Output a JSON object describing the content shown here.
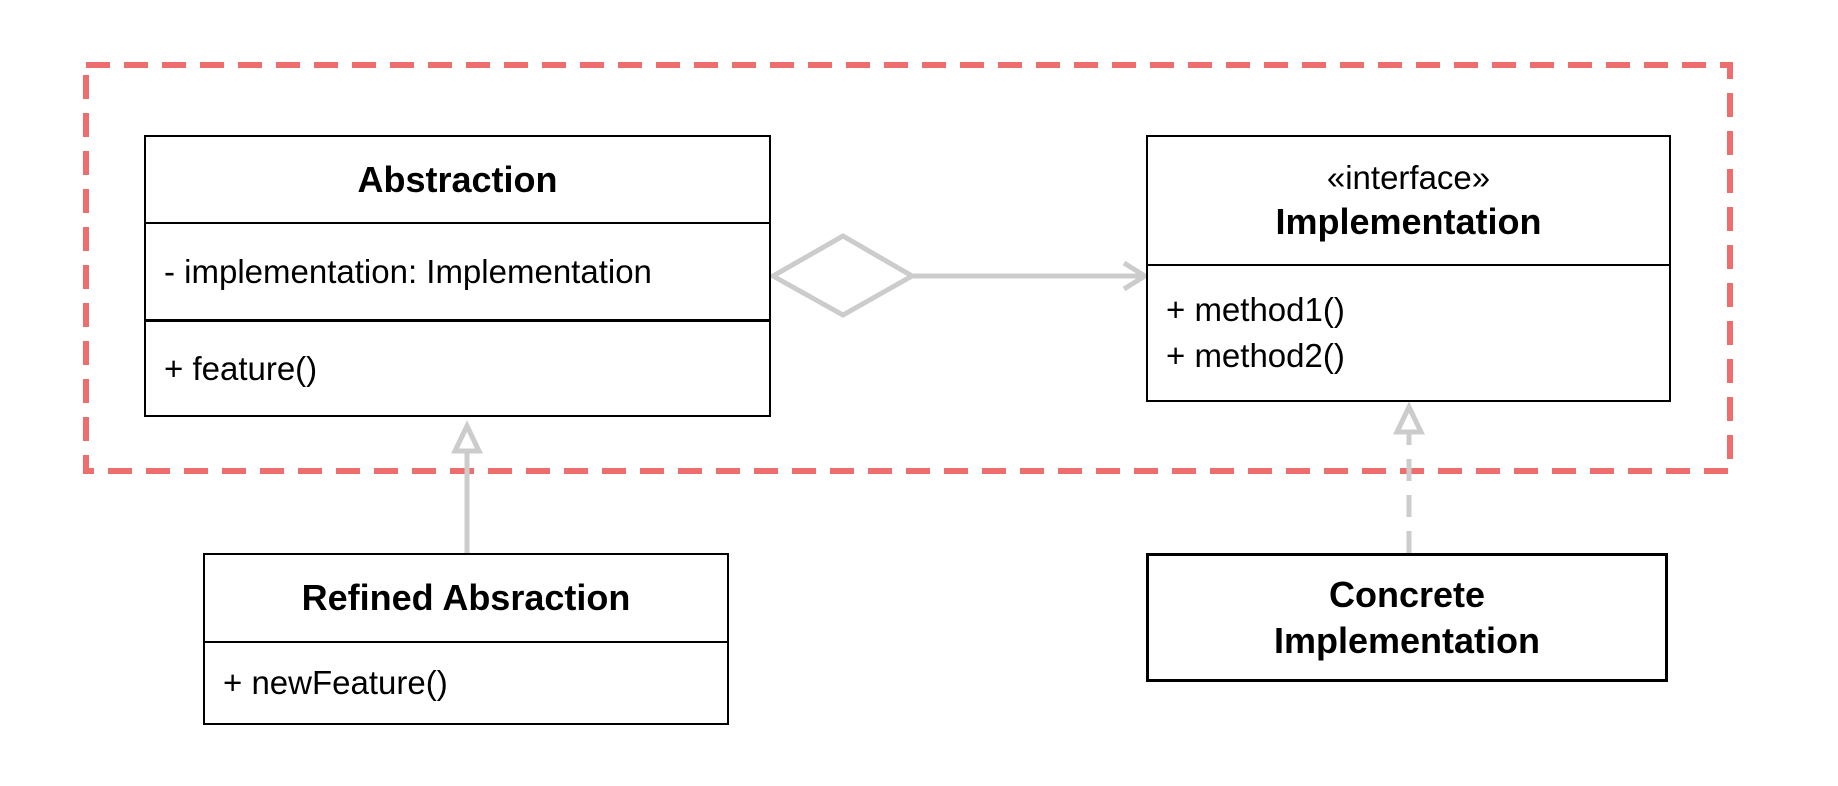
{
  "colors": {
    "boundary": "#ee6e6e",
    "connector": "#cccccc",
    "class_border": "#000000",
    "text": "#000000"
  },
  "classes": {
    "abstraction": {
      "name": "Abstraction",
      "fields": [
        "- implementation: Implementation"
      ],
      "methods": [
        "+ feature()"
      ]
    },
    "implementation": {
      "stereotype": "«interface»",
      "name": "Implementation",
      "methods": [
        "+ method1()",
        "+ method2()"
      ]
    },
    "refined_abstraction": {
      "name": "Refined Absraction",
      "methods": [
        "+ newFeature()"
      ]
    },
    "concrete_implementation": {
      "name_line1": "Concrete",
      "name_line2": "Implementation"
    }
  },
  "relations": [
    {
      "type": "aggregation",
      "from": "Abstraction",
      "to": "Implementation"
    },
    {
      "type": "inheritance",
      "from": "Refined Absraction",
      "to": "Abstraction"
    },
    {
      "type": "realization",
      "from": "Concrete Implementation",
      "to": "Implementation"
    }
  ]
}
